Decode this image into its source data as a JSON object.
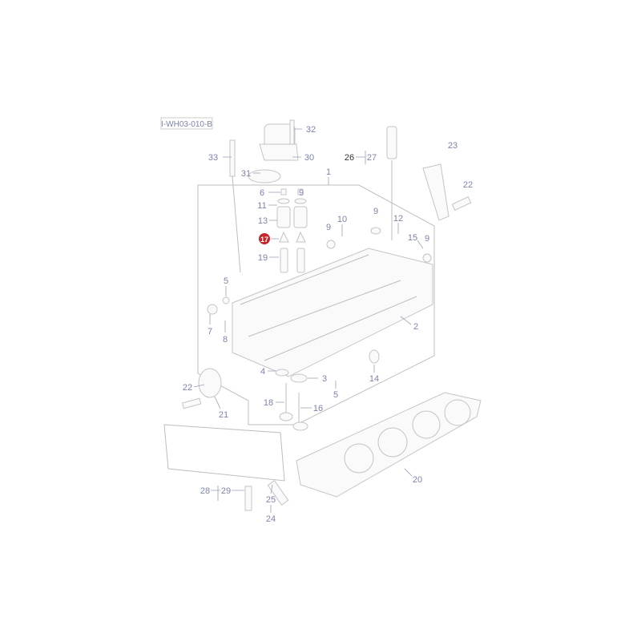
{
  "diagram": {
    "reference_code": "I-WH03-010-B",
    "highlight_color": "#c0282e",
    "highlighted_label": "17",
    "labels": [
      "32",
      "33",
      "30",
      "31",
      "1",
      "26",
      "27",
      "23",
      "22",
      "6",
      "9",
      "11",
      "13",
      "10",
      "9",
      "9",
      "12",
      "15",
      "9",
      "17",
      "19",
      "5",
      "7",
      "8",
      "2",
      "14",
      "4",
      "3",
      "5",
      "22",
      "21",
      "18",
      "16",
      "20",
      "28",
      "29",
      "25",
      "24"
    ]
  }
}
